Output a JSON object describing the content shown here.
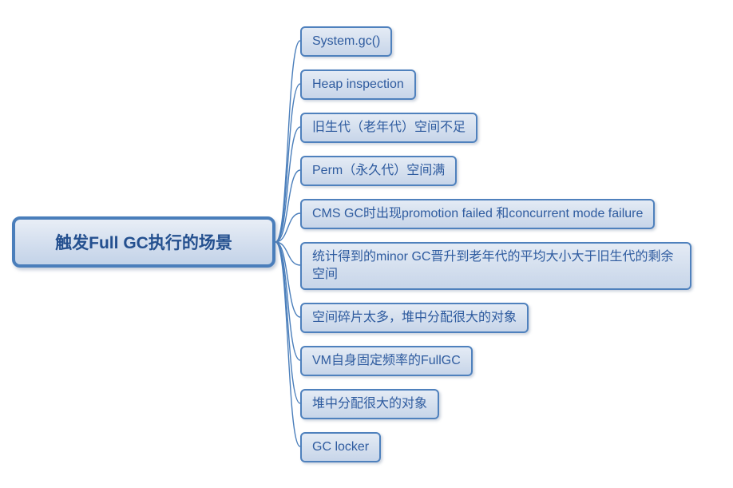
{
  "title": "Full GC mind map",
  "root": {
    "label": "触发Full GC执行的场景"
  },
  "children": [
    {
      "label": "System.gc()"
    },
    {
      "label": "Heap inspection"
    },
    {
      "label": "旧生代（老年代）空间不足"
    },
    {
      "label": "Perm（永久代）空间满"
    },
    {
      "label": "CMS GC时出现promotion failed  和concurrent  mode failure"
    },
    {
      "label": "统计得到的minor GC晋升到老年代的平均大小大于旧生代的剩余空间"
    },
    {
      "label": "空间碎片太多，堆中分配很大的对象"
    },
    {
      "label": "VM自身固定频率的FullGC"
    },
    {
      "label": "堆中分配很大的对象"
    },
    {
      "label": "GC locker"
    }
  ],
  "colors": {
    "node_border": "#4f81bd",
    "node_fill_top": "#e4ebf5",
    "node_fill_bottom": "#c7d5e9",
    "node_text": "#2e5b9f",
    "root_text": "#24508f",
    "connector": "#4a7ebb",
    "background": "#ffffff"
  }
}
